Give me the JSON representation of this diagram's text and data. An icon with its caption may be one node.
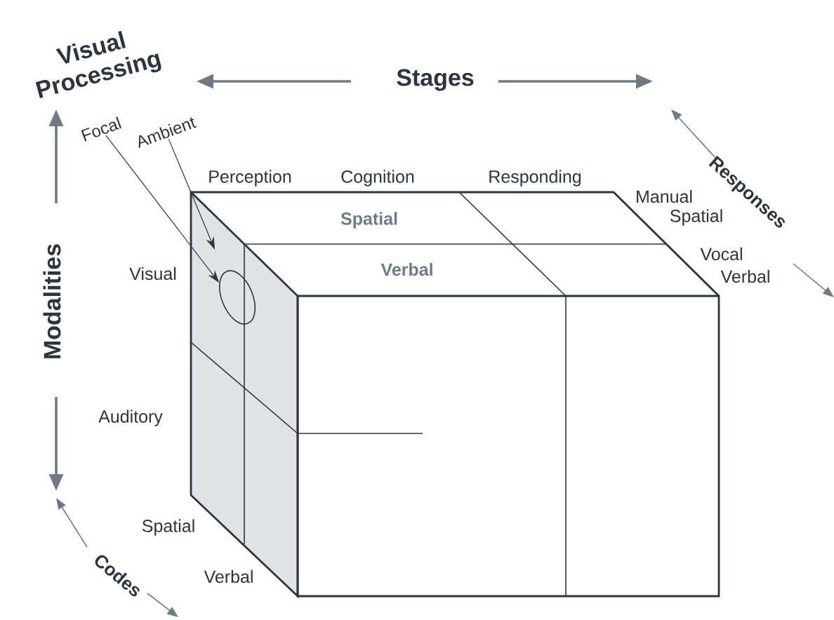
{
  "diagram": {
    "nodes": [
      {
        "text": [
          "Focal"
        ]
      },
      {
        "text": [
          "Ambient"
        ]
      },
      {
        "text": [],
        "shape": "ellipse"
      }
    ],
    "edges": [
      {
        "from": 0,
        "to": 2,
        "arrow": "to"
      },
      {
        "from": 1,
        "to": null,
        "arrow": "to"
      }
    ],
    "labels": [
      "Visual Processing",
      "Stages",
      "Responses",
      "Perception",
      "Cognition",
      "Responding",
      "Manual",
      "Spatial",
      "Spatial",
      "Vocal",
      "Verbal",
      "Verbal",
      "Modalities",
      "Visual",
      "Auditory",
      "Spatial",
      "Codes",
      "Verbal"
    ]
  }
}
